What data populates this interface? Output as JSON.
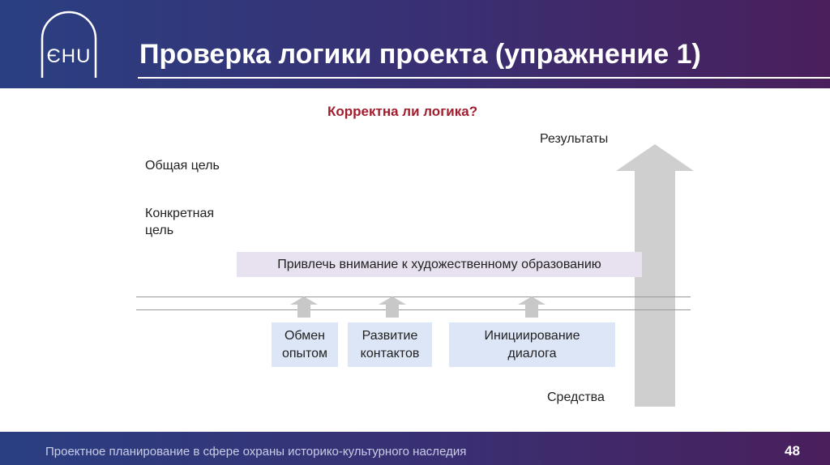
{
  "header": {
    "logo_text": "ЄHU",
    "title": "Проверка логики проекта (упражнение 1)"
  },
  "main": {
    "question": "Корректна ли логика?",
    "results_label": "Результаты",
    "means_label": "Средства",
    "overall_goal": "Общая цель",
    "specific_goal_line1": "Конкретная",
    "specific_goal_line2": "цель",
    "activity": "Привлечь внимание к художественному образованию",
    "boxes": [
      {
        "line1": "Обмен",
        "line2": "опытом"
      },
      {
        "line1": "Развитие",
        "line2": "контактов"
      },
      {
        "line1": "Инициирование",
        "line2": "диалога"
      }
    ]
  },
  "footer": {
    "text": "Проектное планирование в сфере охраны историко-культурного наследия",
    "page_number": "48"
  },
  "colors": {
    "header_start": "#2a3f82",
    "header_end": "#4a1f5c",
    "question": "#a01d2e",
    "activity_bg": "#e8e2f0",
    "box_bg": "#dde6f6",
    "arrow": "#cfcfcf"
  }
}
